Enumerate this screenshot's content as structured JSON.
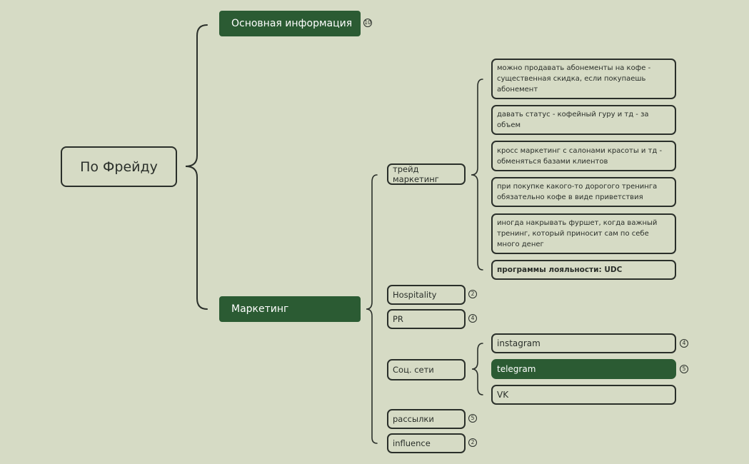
{
  "root": {
    "label": "По Фрейду"
  },
  "branches": [
    {
      "label": "Основная информация",
      "count": "10"
    },
    {
      "label": "Маркетинг"
    }
  ],
  "marketing": [
    {
      "label": "трейд маркетинг"
    },
    {
      "label": "Hospitality",
      "count": "2"
    },
    {
      "label": "PR",
      "count": "4"
    },
    {
      "label": "Соц. сети"
    },
    {
      "label": "рассылки",
      "count": "5"
    },
    {
      "label": "influence",
      "count": "2"
    }
  ],
  "trade_marketing": [
    "можно продавать абонементы на кофе - существенная скидка, если покупаешь абонемент",
    "давать статус - кофейный гуру и тд -  за объем",
    "кросс маркетинг с салонами красоты и тд - обменяться базами клиентов",
    "при покупке какого-то дорогого тренинга обязательно кофе в виде приветствия",
    "иногда накрывать фуршет, когда важный тренинг, который приносит сам по себе много денег",
    "программы лояльности: UDC"
  ],
  "social": [
    {
      "label": "instagram",
      "count": "4"
    },
    {
      "label": "telegram",
      "count": "5"
    },
    {
      "label": "VK"
    }
  ],
  "colors": {
    "background": "#d6dbc5",
    "accent": "#2b5b33",
    "line": "#2a2f2a"
  }
}
